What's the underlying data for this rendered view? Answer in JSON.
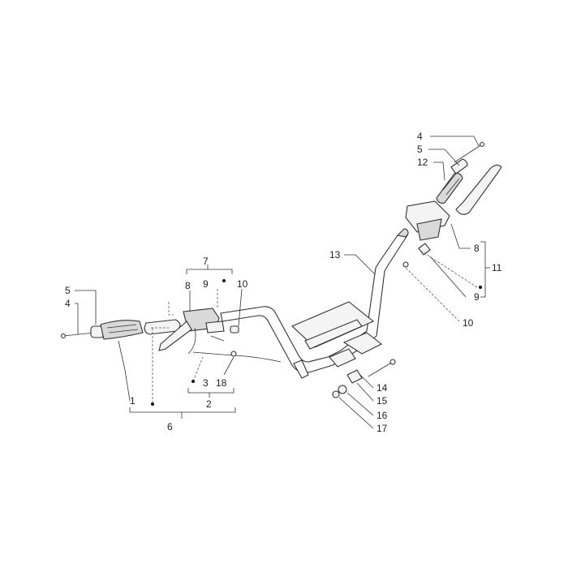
{
  "diagram": {
    "labels": {
      "1": "1",
      "2": "2",
      "3": "3",
      "4a": "4",
      "4b": "4",
      "5a": "5",
      "5b": "5",
      "6": "6",
      "7": "7",
      "8a": "8",
      "8b": "8",
      "9a": "9",
      "9b": "9",
      "10a": "10",
      "10b": "10",
      "11": "11",
      "12": "12",
      "13": "13",
      "14": "14",
      "15": "15",
      "16": "16",
      "17": "17",
      "18": "18"
    }
  }
}
